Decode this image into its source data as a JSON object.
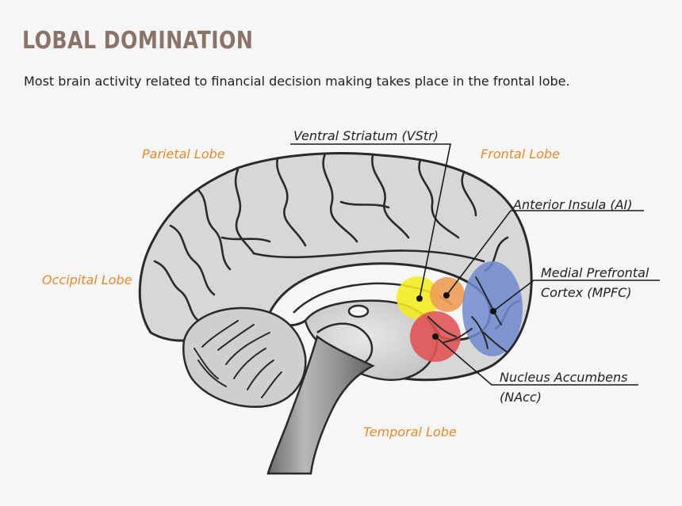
{
  "title": "LOBAL DOMINATION",
  "subtitle": "Most brain activity related to financial decision making takes place in the frontal lobe.",
  "lobes": {
    "parietal": "Parietal Lobe",
    "frontal": "Frontal Lobe",
    "occipital": "Occipital Lobe",
    "temporal": "Temporal Lobe"
  },
  "regions": {
    "vstr": "Ventral Striatum (VStr)",
    "ai": "Anterior Insula (AI)",
    "mpfc_line1": "Medial Prefrontal",
    "mpfc_line2": "Cortex (MPFC)",
    "nacc_line1": "Nucleus Accumbens",
    "nacc_line2": "(NAcc)"
  },
  "colors": {
    "title": "#8a7469",
    "lobe_label": "#e58a2f",
    "vstr": "#f2ee1e",
    "ai": "#ee9c55",
    "mpfc": "#6f89cf",
    "nacc": "#e05252",
    "brain_fill": "#d7d7d7",
    "outline": "#2a2a2a"
  }
}
